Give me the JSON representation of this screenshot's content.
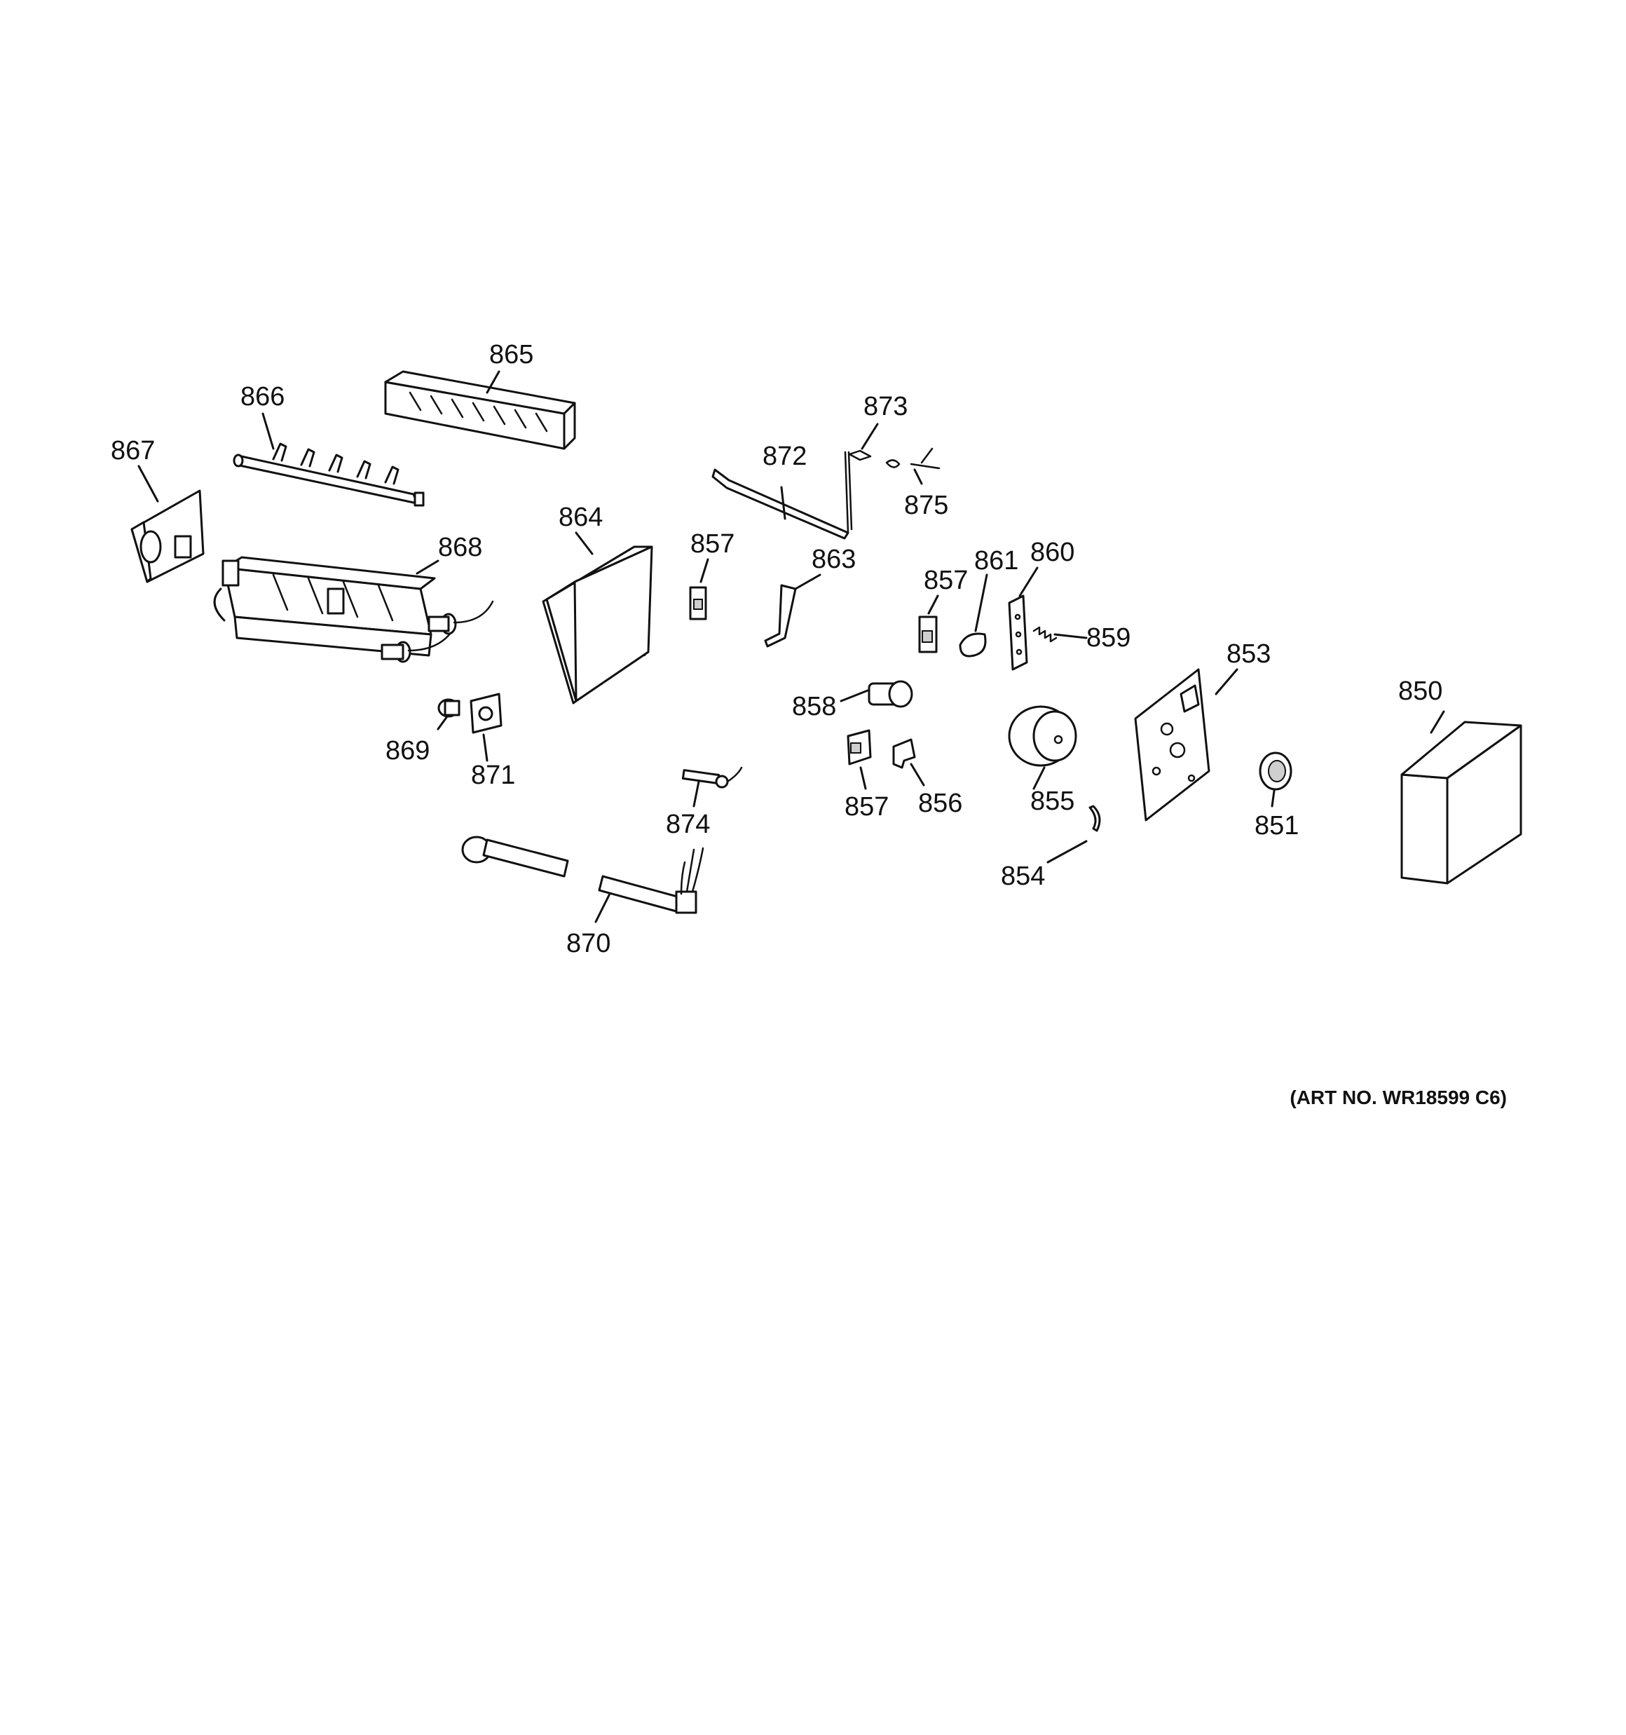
{
  "diagram": {
    "art_number": "(ART NO. WR18599 C6)",
    "callouts": {
      "p850": "850",
      "p851": "851",
      "p853": "853",
      "p854": "854",
      "p855": "855",
      "p856": "856",
      "p857a": "857",
      "p857b": "857",
      "p857c": "857",
      "p858": "858",
      "p859": "859",
      "p860": "860",
      "p861": "861",
      "p863": "863",
      "p864": "864",
      "p865": "865",
      "p866": "866",
      "p867": "867",
      "p868": "868",
      "p869": "869",
      "p870": "870",
      "p871": "871",
      "p872": "872",
      "p873": "873",
      "p874": "874",
      "p875": "875"
    }
  }
}
